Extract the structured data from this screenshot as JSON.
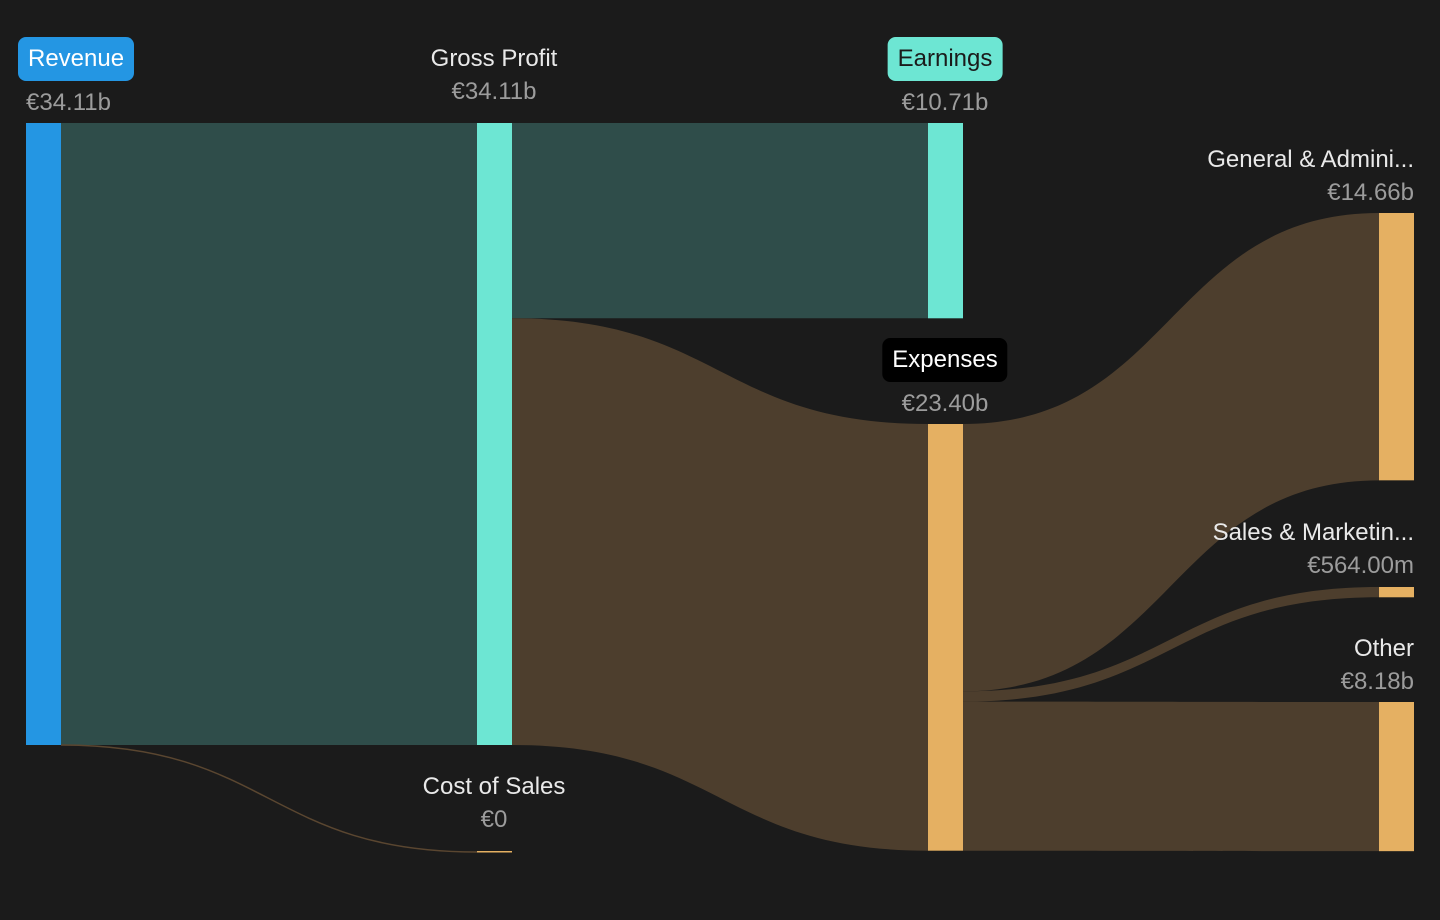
{
  "chart_data": {
    "type": "sankey",
    "currency": "€",
    "nodes": [
      {
        "id": "revenue",
        "name": "Revenue",
        "value_label": "€34.11b",
        "value": 34.11,
        "color": "#2496e3",
        "style": "pill",
        "pill_bg": "#2496e3",
        "pill_text": "#ffffff"
      },
      {
        "id": "gross_profit",
        "name": "Gross Profit",
        "value_label": "€34.11b",
        "value": 34.11,
        "color": "#6de6d3",
        "style": "plain"
      },
      {
        "id": "cost_of_sales",
        "name": "Cost of Sales",
        "value_label": "€0",
        "value": 0,
        "color": "#e5b062",
        "style": "plain"
      },
      {
        "id": "earnings",
        "name": "Earnings",
        "value_label": "€10.71b",
        "value": 10.71,
        "color": "#6de6d3",
        "style": "pill",
        "pill_bg": "#6de6d3",
        "pill_text": "#1b1b1b"
      },
      {
        "id": "expenses",
        "name": "Expenses",
        "value_label": "€23.40b",
        "value": 23.4,
        "color": "#e5b062",
        "style": "pill",
        "pill_bg": "#000000",
        "pill_text": "#ffffff"
      },
      {
        "id": "gna",
        "name": "General & Admini...",
        "value_label": "€14.66b",
        "value": 14.66,
        "color": "#e5b062",
        "style": "plain"
      },
      {
        "id": "snm",
        "name": "Sales & Marketin...",
        "value_label": "€564.00m",
        "value": 0.564,
        "color": "#e5b062",
        "style": "plain"
      },
      {
        "id": "other",
        "name": "Other",
        "value_label": "€8.18b",
        "value": 8.18,
        "color": "#e5b062",
        "style": "plain"
      }
    ],
    "links": [
      {
        "source": "revenue",
        "target": "gross_profit",
        "value": 34.11,
        "color": "#2f4d4a"
      },
      {
        "source": "revenue",
        "target": "cost_of_sales",
        "value": 0,
        "color": "#5a4630"
      },
      {
        "source": "gross_profit",
        "target": "earnings",
        "value": 10.71,
        "color": "#2f4d4a"
      },
      {
        "source": "gross_profit",
        "target": "expenses",
        "value": 23.4,
        "color": "#4d3e2d"
      },
      {
        "source": "expenses",
        "target": "gna",
        "value": 14.66,
        "color": "#4d3e2d"
      },
      {
        "source": "expenses",
        "target": "snm",
        "value": 0.564,
        "color": "#4d3e2d"
      },
      {
        "source": "expenses",
        "target": "other",
        "value": 8.18,
        "color": "#4d3e2d"
      }
    ],
    "colors": {
      "background": "#1b1b1b",
      "profit_link": "#2f4d4a",
      "expense_link": "#4d3e2d",
      "revenue_node": "#2496e3",
      "profit_node": "#6de6d3",
      "expense_node": "#e5b062",
      "label_text": "#e9e9e9",
      "value_text": "#9c9c9c"
    }
  }
}
